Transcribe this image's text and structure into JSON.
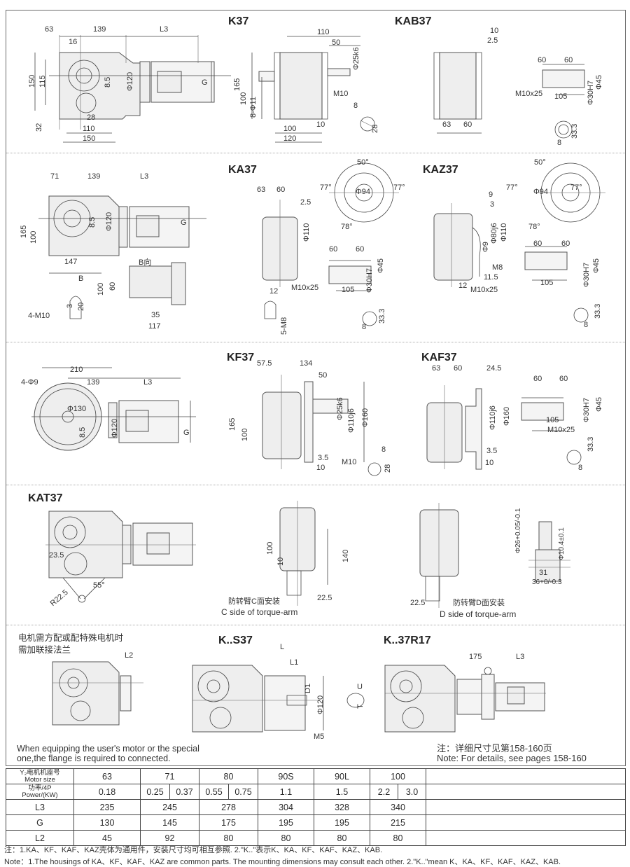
{
  "sections": {
    "k37": {
      "title": "K37",
      "side_dims": [
        "63",
        "139",
        "L3",
        "16",
        "150",
        "115",
        "8.5",
        "Φ120",
        "G",
        "32",
        "28",
        "110",
        "150"
      ],
      "front_dims": [
        "110",
        "50",
        "Φ25k6",
        "165",
        "100",
        "8-Φ11",
        "M10",
        "8",
        "28",
        "10",
        "100",
        "120"
      ]
    },
    "kab37": {
      "title": "KAB37",
      "front_dims": [
        "10",
        "2.5",
        "63",
        "60"
      ],
      "shaft_dims": [
        "60",
        "60",
        "M10x25",
        "105",
        "Φ30H7",
        "Φ45",
        "33.3",
        "8"
      ]
    },
    "ka37_side": {
      "dims": [
        "71",
        "139",
        "L3",
        "165",
        "100",
        "8.5",
        "Φ120",
        "G",
        "147",
        "B",
        "B向",
        "100",
        "60",
        "35",
        "117",
        "4-M10",
        "3",
        "20"
      ]
    },
    "ka37": {
      "title": "KA37",
      "dims": [
        "63",
        "60",
        "2.5",
        "Φ110",
        "50°",
        "77°",
        "77°",
        "78°",
        "Φ94",
        "60",
        "60",
        "M10x25",
        "105",
        "Φ30H7",
        "Φ45",
        "12",
        "5-M8",
        "33.3",
        "8"
      ]
    },
    "kaz37": {
      "title": "KAZ37",
      "dims": [
        "9",
        "3",
        "Φ80j6",
        "Φ110",
        "Φ9",
        "M8",
        "11.5",
        "12",
        "50°",
        "77°",
        "77°",
        "78°",
        "Φ94",
        "60",
        "60",
        "M10x25",
        "105",
        "Φ30H7",
        "Φ45",
        "33.3",
        "8"
      ]
    },
    "kf37_side": {
      "dims": [
        "210",
        "139",
        "L3",
        "4-Φ9",
        "Φ130",
        "8.5",
        "Φ120",
        "G"
      ]
    },
    "kf37": {
      "title": "KF37",
      "dims": [
        "57.5",
        "134",
        "50",
        "Φ25k6",
        "Φ110j6",
        "Φ160",
        "165",
        "100",
        "3.5",
        "10",
        "M10",
        "8",
        "28"
      ]
    },
    "kaf37": {
      "title": "KAF37",
      "dims": [
        "63",
        "60",
        "24.5",
        "Φ110j6",
        "Φ160",
        "3.5",
        "10",
        "60",
        "60",
        "105",
        "M10x25",
        "Φ30H7",
        "Φ45",
        "33.3",
        "8"
      ]
    },
    "kat37": {
      "title": "KAT37",
      "dims": [
        "23.5",
        "55°",
        "R22.5"
      ],
      "c_side": {
        "dims": [
          "100",
          "10",
          "140",
          "22.5"
        ],
        "caption_cn": "防转臂C面安装",
        "caption_en": "C side of torque-arm"
      },
      "d_side": {
        "dims": [
          "22.5"
        ],
        "caption_cn": "防转臂D面安装",
        "caption_en": "D side of torque-arm"
      },
      "bushing": {
        "dims": [
          "Φ26+0.05/-0.1",
          "Φ10.4±0.1",
          "31",
          "36+0/-0.3"
        ]
      }
    },
    "flange": {
      "caption_cn_line1": "电机需方配或配特殊电机时",
      "caption_cn_line2": "需加联接法兰",
      "dims": [
        "L2"
      ],
      "caption_en_line1": "When equipping the user's motor or the special",
      "caption_en_line2": "one,the flange is required to connected."
    },
    "ks37": {
      "title": "K..S37",
      "dims": [
        "L",
        "L1",
        "D1",
        "Φ120",
        "M5",
        "U",
        "T"
      ]
    },
    "k37r17": {
      "title": "K..37R17",
      "dims": [
        "175",
        "L3"
      ],
      "note_cn": "注：详细尺寸见第158-160页",
      "note_en": "Note: For details, see pages 158-160"
    }
  },
  "table": {
    "rows": [
      {
        "label_cn": "Y₂电机机座号",
        "label_en": "Motor size",
        "cells": [
          "63",
          "71",
          "80",
          "90S",
          "90L",
          "100"
        ]
      },
      {
        "label_cn": "功率/4P",
        "label_en": "Power/(KW)",
        "cells": [
          "0.18",
          "0.25",
          "0.37",
          "0.55",
          "0.75",
          "1.1",
          "1.5",
          "2.2",
          "3.0"
        ]
      },
      {
        "label": "L3",
        "cells": [
          "235",
          "245",
          "278",
          "304",
          "328",
          "340"
        ]
      },
      {
        "label": "G",
        "cells": [
          "130",
          "145",
          "175",
          "195",
          "195",
          "215"
        ]
      },
      {
        "label": "L2",
        "cells": [
          "45",
          "92",
          "80",
          "80",
          "80",
          "80"
        ]
      }
    ]
  },
  "footnotes": {
    "cn": "注：1.KA、KF、KAF、KAZ壳体为通用件，安装尺寸均可相互参照.   2.\"K..\"表示K、KA、KF、KAF、KAZ、KAB.",
    "en": "Note：1.The housings of KA、KF、KAF、KAZ are common parts. The mounting dimensions may consult each other.    2.\"K..\"mean K、KA、KF、KAF、KAZ、KAB."
  }
}
